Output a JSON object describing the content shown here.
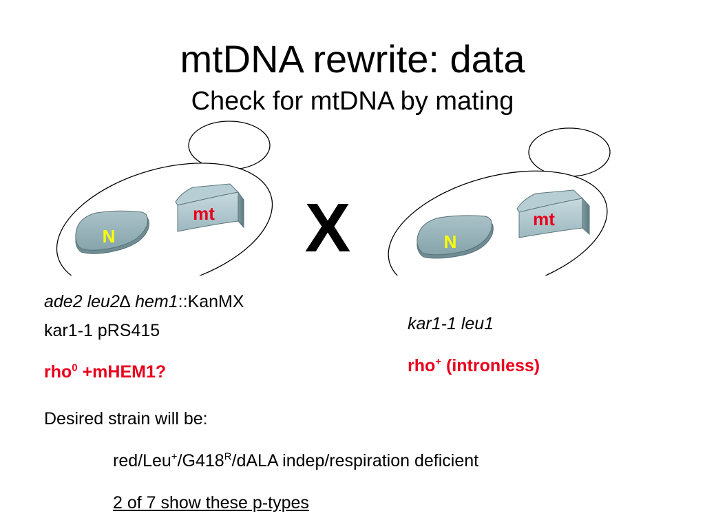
{
  "slide": {
    "title": "mtDNA rewrite: data",
    "subtitle": "Check for mtDNA by mating"
  },
  "diagram": {
    "cell_left": {
      "nucleus_label": "N",
      "mito_label": "mt"
    },
    "cross_symbol": "X",
    "cell_right": {
      "nucleus_label": "N",
      "mito_label": "mt"
    },
    "colors": {
      "nucleus_fill": "#7f9ea5",
      "mito_fill": "#a6bfc6",
      "label_nucleus": "#ffff00",
      "label_mito": "#e8001c"
    }
  },
  "left_strain": {
    "geno_1": "ade2",
    "geno_2": "leu2",
    "geno_delta": "∆",
    "geno_3": "hem1",
    "geno_4": "::KanMX",
    "line_2": "kar1-1 pRS415",
    "rho_base": "rho",
    "rho_sup": "0",
    "rho_rest": "+mHEM1?"
  },
  "right_strain": {
    "line_1": "kar1-1 leu1",
    "rho_base": "rho",
    "rho_sup": "+",
    "rho_rest": "(intronless)"
  },
  "desired": {
    "intro": "Desired strain will be:",
    "p1": "red/Leu",
    "p1_sup": "+",
    "p2": "/G418",
    "p2_sup": "R",
    "p3": "/dALA indep/respiration deficient",
    "result": "2 of 7 show these p-types"
  },
  "icons": {
    "nucleus": "nucleus-capsule",
    "mito": "mitochondrion-block",
    "bud": "bud-oval"
  }
}
